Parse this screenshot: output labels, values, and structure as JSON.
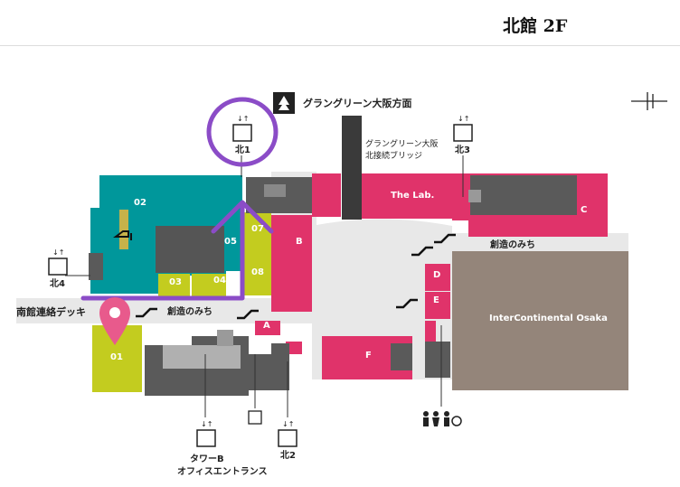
{
  "header": {
    "title": "北館 2F"
  },
  "labels": {
    "grand_green": "グラングリーン大阪方面",
    "bridge_line1": "グラングリーン大阪",
    "bridge_line2": "北接続ブリッジ",
    "south_deck": "南館連絡デッキ",
    "sozo_left": "創造のみち",
    "sozo_right": "創造のみち",
    "tower_b_line1": "タワーB",
    "tower_b_line2": "オフィスエントランス",
    "the_lab": "The Lab.",
    "intercontinental": "InterContinental Osaka"
  },
  "elevators": {
    "kita1": "北1",
    "kita2": "北2",
    "kita3": "北3",
    "kita4": "北4"
  },
  "zones": {
    "z01": "01",
    "z02": "02",
    "z03": "03",
    "z04": "04",
    "z05": "05",
    "z07": "07",
    "z08": "08",
    "zA": "A",
    "zB": "B",
    "zC": "C",
    "zD": "D",
    "zE": "E",
    "zF": "F"
  },
  "colors": {
    "magenta": "#e0336a",
    "teal": "#00979b",
    "lime": "#c3cc1f",
    "gray_dark": "#5a5a5a",
    "gray_mid": "#9a9a9a",
    "gray_light": "#e5e5e5",
    "hotel": "#94857a",
    "route": "#8b4cc7",
    "pin": "#e85a8c"
  }
}
